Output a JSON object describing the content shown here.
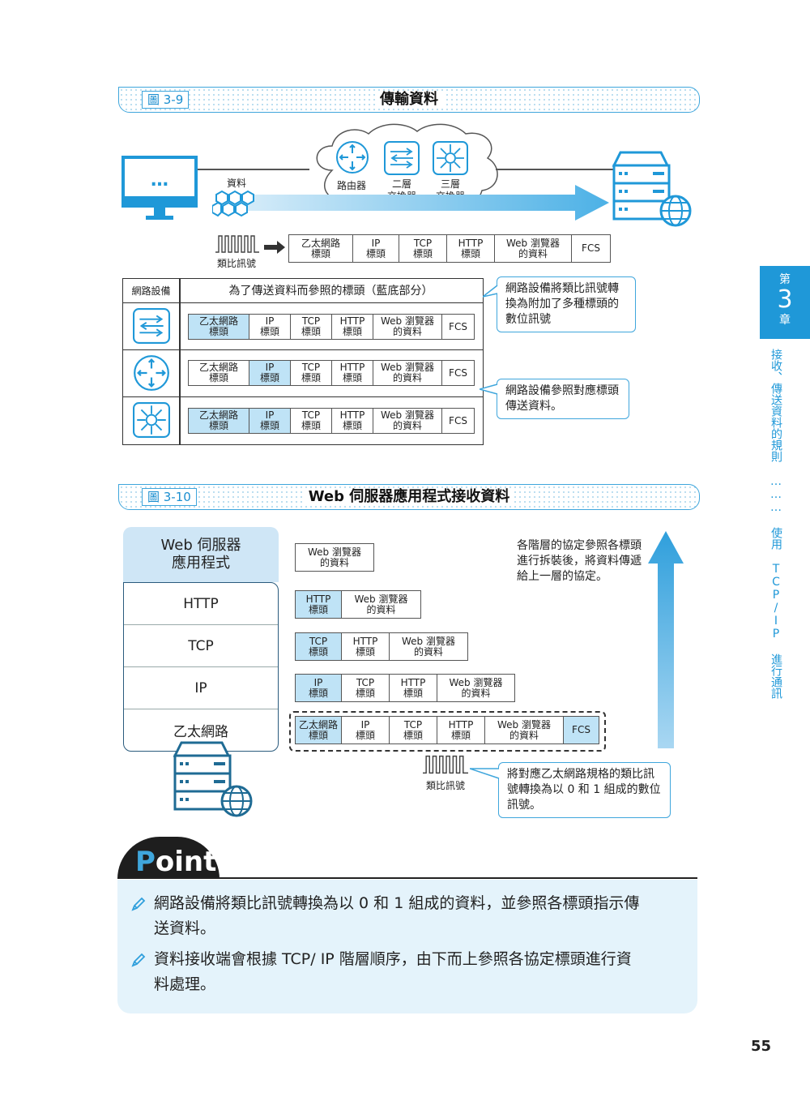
{
  "fig1": {
    "label": "圖 3-9",
    "title": "傳輸資料",
    "data_label": "資料",
    "router_label": "路由器",
    "l2_label": "二層\n交換器",
    "l3_label": "三層\n交換器",
    "analog_label": "類比訊號",
    "packet": [
      "乙太網路\n標頭",
      "IP\n標頭",
      "TCP\n標頭",
      "HTTP\n標頭",
      "Web 瀏覽器\n的資料",
      "FCS"
    ],
    "table_header_device": "網路設備",
    "table_header_desc": "為了傳送資料而參照的標頭（藍底部分）",
    "callout1": "網路設備將類比訊號轉\n換為附加了多種標頭的\n數位訊號",
    "callout2": "網路設備參照對應標頭\n傳送資料。",
    "monitor_dots": "…"
  },
  "fig2": {
    "label": "圖 3-10",
    "title": "Web 伺服器應用程式接收資料",
    "stack_top": "Web 伺服器\n應用程式",
    "stack_rows": [
      "HTTP",
      "TCP",
      "IP",
      "乙太網路"
    ],
    "row1": [
      "Web 瀏覽器\n的資料"
    ],
    "row2": [
      "HTTP\n標頭",
      "Web 瀏覽器\n的資料"
    ],
    "row3": [
      "TCP\n標頭",
      "HTTP\n標頭",
      "Web 瀏覽器\n的資料"
    ],
    "row4": [
      "IP\n標頭",
      "TCP\n標頭",
      "HTTP\n標頭",
      "Web 瀏覽器\n的資料"
    ],
    "row5": [
      "乙太網路\n標頭",
      "IP\n標頭",
      "TCP\n標頭",
      "HTTP\n標頭",
      "Web 瀏覽器\n的資料",
      "FCS"
    ],
    "note": "各階層的協定參照各標頭\n進行拆裝後，將資料傳遞\n給上一層的協定。",
    "analog_label": "類比訊號",
    "callout": "將對應乙太網路規格的類比訊\n號轉換為以 0 和 1 組成的數位\n訊號。"
  },
  "point": {
    "title_p": "P",
    "title_rest": "oint",
    "items": [
      "網路設備將類比訊號轉換為以 0 和 1 組成的資料，並參照各標頭指示傳",
      "送資料。",
      "資料接收端會根據 TCP/ IP 階層順序，由下而上參照各協定標頭進行資",
      "料處理。"
    ]
  },
  "side": {
    "chapter_top": "第",
    "chapter_num": "3",
    "chapter_bottom": "章",
    "vertical_text": "接收、傳送資料的規則 ……… 使用 TCP/IP 進行通訊"
  },
  "page_number": "55",
  "colors": {
    "accent": "#1f98d8",
    "highlight": "#bfe3f6",
    "point_bg": "#e4f3fb"
  }
}
